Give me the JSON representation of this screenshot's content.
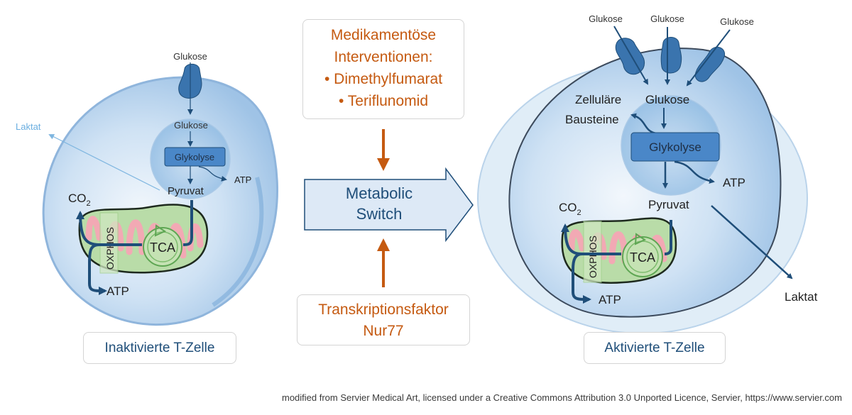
{
  "left_cell": {
    "caption": "Inaktivierte T-Zelle",
    "glucose_outside": "Glukose",
    "glucose_inside": "Glukose",
    "glycolysis": "Glykolyse",
    "atp_glycolysis": "ATP",
    "pyruvate": "Pyruvat",
    "lactate": "Laktat",
    "co2": "CO",
    "co2_sub": "2",
    "oxphos": "OXPHOS",
    "tca": "TCA",
    "atp_mito": "ATP"
  },
  "right_cell": {
    "caption": "Aktivierte T-Zelle",
    "glucose_outside": [
      "Glukose",
      "Glukose",
      "Glukose"
    ],
    "glucose_inside": "Glukose",
    "building_blocks_line1": "Zelluläre",
    "building_blocks_line2": "Bausteine",
    "glycolysis": "Glykolyse",
    "atp_glycolysis": "ATP",
    "pyruvate": "Pyruvat",
    "lactate": "Laktat",
    "co2": "CO",
    "co2_sub": "2",
    "oxphos": "OXPHOS",
    "tca": "TCA",
    "atp_mito": "ATP"
  },
  "center": {
    "interventions": {
      "line1": "Medikamentöse",
      "line2": "Interventionen:",
      "item1": "• Dimethylfumarat",
      "item2": "• Teriflunomid"
    },
    "switch_line1": "Metabolic",
    "switch_line2": "Switch",
    "factor_line1": "Transkriptionsfaktor",
    "factor_line2": "Nur77"
  },
  "colors": {
    "accent_orange": "#c55a11",
    "dark_blue": "#1f4e79",
    "cell_blue": "#bcd6ee",
    "mito_green": "#b9dca8",
    "crista_pink": "#f2a9b4"
  },
  "credit": "modified from Servier Medical Art, licensed under a Creative Commons Attribution 3.0 Unported Licence, Servier, https://www.servier.com"
}
